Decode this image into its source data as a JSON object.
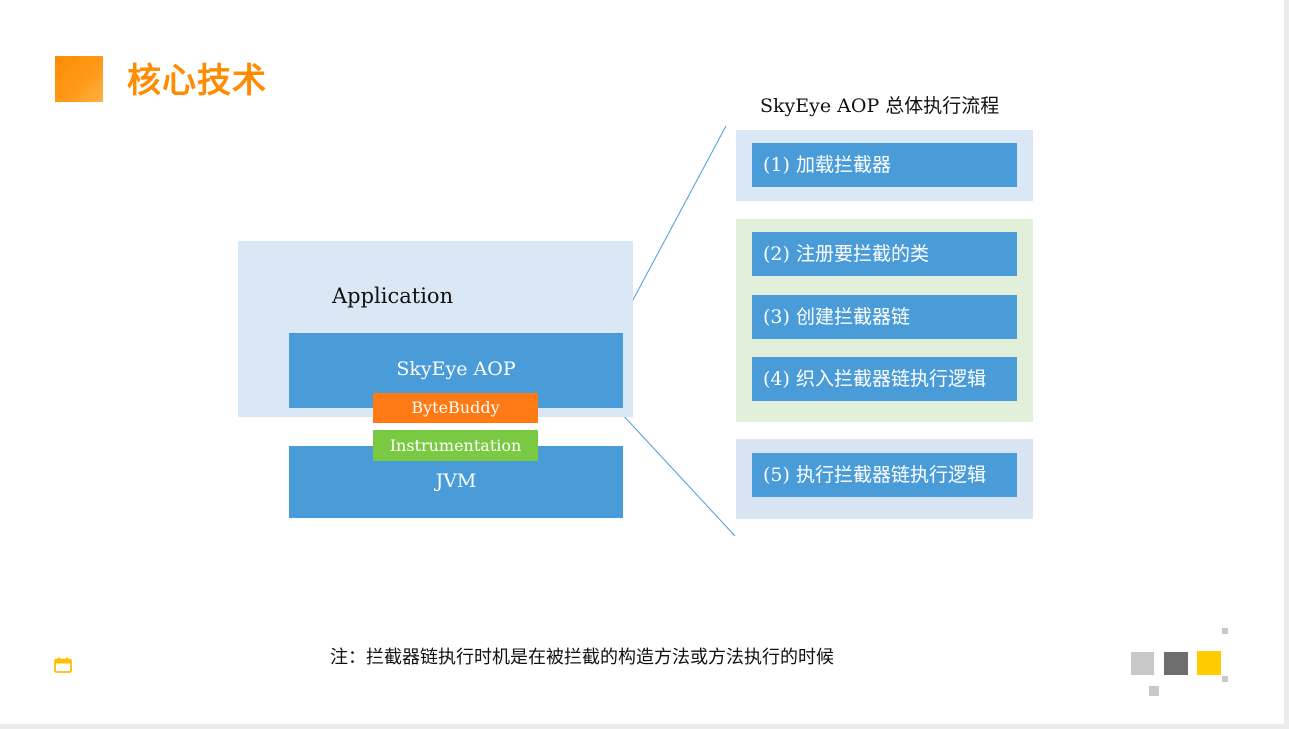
{
  "header": {
    "title": "核心技术"
  },
  "stack": {
    "application": "Application",
    "skyeye_aop": "SkyEye AOP",
    "bytebuddy": "ByteBuddy",
    "instrumentation": "Instrumentation",
    "jvm": "JVM"
  },
  "flow": {
    "title": "SkyEye AOP 总体执行流程",
    "steps": [
      "(1) 加载拦截器",
      "(2) 注册要拦截的类",
      "(3) 创建拦截器链",
      "(4) 织入拦截器链执行逻辑",
      "(5) 执行拦截器链执行逻辑"
    ]
  },
  "note": "注：拦截器链执行时机是在被拦截的构造方法或方法执行的时候",
  "colors": {
    "accent_orange": "#ff8c00",
    "box_blue": "#4a9cd9",
    "light_blue": "#dae8f5",
    "light_green": "#e2efda",
    "bytebuddy_orange": "#ff7a14",
    "instrumentation_green": "#7ac943",
    "deco_gray_light": "#c8c8c8",
    "deco_gray_dark": "#6e6e6e",
    "deco_yellow": "#ffcc00"
  },
  "icons": {
    "footer_icon": "calendar-icon"
  }
}
